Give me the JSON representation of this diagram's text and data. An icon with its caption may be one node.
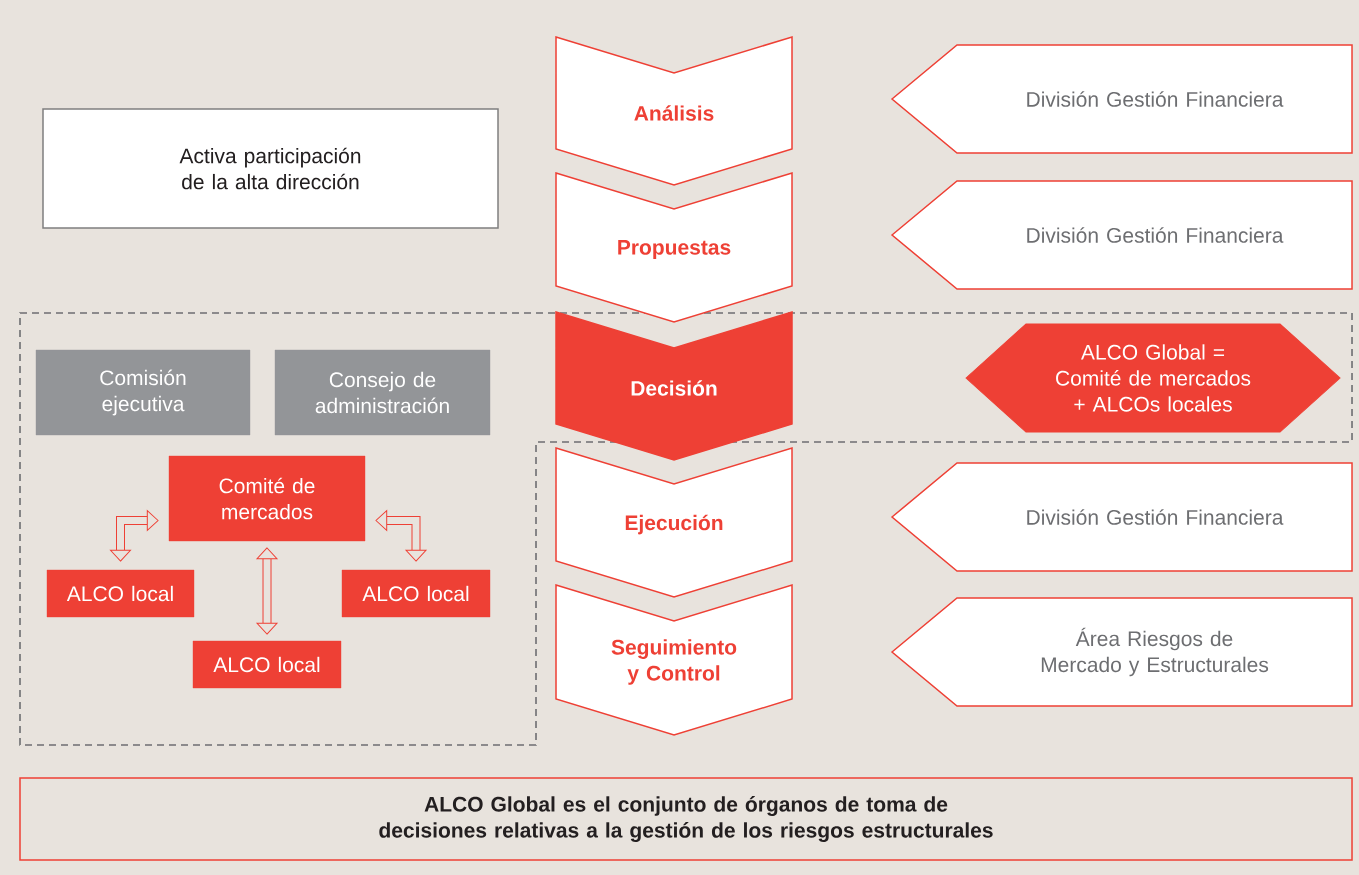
{
  "diagram": {
    "nodes": [
      {
        "text": [
          "Activa participación de la alta dirección"
        ]
      },
      {
        "text": [
          "Análisis"
        ]
      },
      {
        "text": [
          "Propuestas"
        ]
      },
      {
        "text": [
          "Decisión"
        ]
      },
      {
        "text": [
          "Ejecución"
        ]
      },
      {
        "text": [
          "Seguimiento y Control"
        ]
      },
      {
        "text": [
          "División Gestión Financiera"
        ]
      },
      {
        "text": [
          "División Gestión Financiera"
        ]
      },
      {
        "text": [
          "ALCO Global = Comité de mercados + ALCOs locales"
        ]
      },
      {
        "text": [
          "División Gestión Financiera"
        ]
      },
      {
        "text": [
          "Área Riesgos de Mercado y Estructurales"
        ]
      },
      {
        "text": [
          "Comisión ejecutiva"
        ]
      },
      {
        "text": [
          "Consejo de administración"
        ]
      },
      {
        "text": [
          "Comité de mercados"
        ]
      },
      {
        "text": [
          "ALCO local"
        ]
      },
      {
        "text": [
          "ALCO local"
        ]
      },
      {
        "text": [
          "ALCO local"
        ]
      },
      {
        "text": [
          "ALCO Global es el conjunto de órganos de toma de decisiones relativas a la gestión de los riesgos estructurales"
        ]
      }
    ],
    "edges": [
      {
        "from": 13,
        "to": 14,
        "arrow": "both"
      },
      {
        "from": 13,
        "to": 16,
        "arrow": "both"
      },
      {
        "from": 13,
        "to": 15,
        "arrow": "both"
      }
    ]
  }
}
